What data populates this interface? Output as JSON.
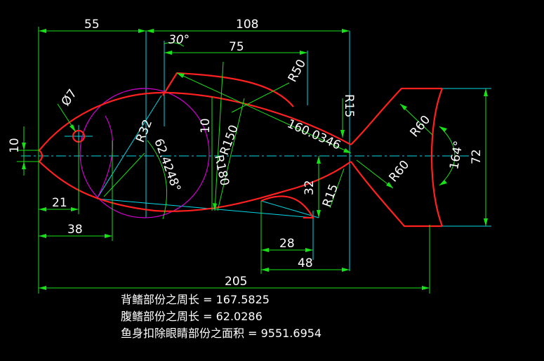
{
  "dimensions": {
    "d55": "55",
    "d108": "108",
    "d30": "30°",
    "d75": "75",
    "d7": "Ø7",
    "d10_left": "10",
    "d21": "21",
    "d38": "38",
    "r32": "R32",
    "a62": "62.4248°",
    "d10_mid": "10",
    "r150": "R150",
    "r180": "R180",
    "r50": "R50",
    "r15_top": "R15",
    "len160": "160.0346",
    "d32": "32",
    "r15_bottom": "R15",
    "r60_top": "R60",
    "r60_bottom": "R60",
    "a164": "164°",
    "d72": "72",
    "d28": "28",
    "d48": "48",
    "d205": "205"
  },
  "notes": {
    "line1": "背鳍部份之周长 = 167.5825",
    "line2": "腹鳍部份之周长 = 62.0286",
    "line3": "鱼身扣除眼睛部份之面积 = 9551.6954"
  },
  "colors": {
    "outline": "#ff2020",
    "dimension": "#19e019",
    "centerline": "#00d8e8",
    "construction": "#d000d0",
    "background": "#000000",
    "text": "#ffffff"
  }
}
